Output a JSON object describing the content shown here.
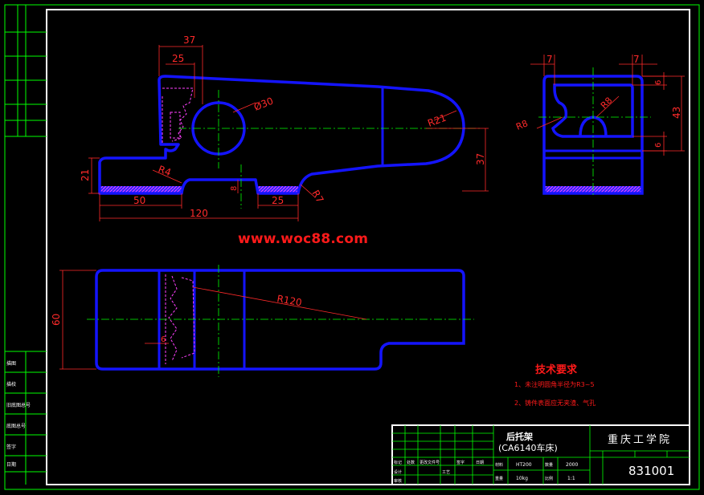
{
  "watermark": "www.woc88.com",
  "dimensions": {
    "front_top_overall": "37",
    "front_top_inner": "25",
    "hole_dia": "Ø30",
    "arc_radius": "R21",
    "right_height": "37",
    "left_height": "21",
    "fillet_left": "R4",
    "slot_depth": "8",
    "fillet_right": "R7",
    "bottom_50": "50",
    "bottom_25": "25",
    "bottom_120": "120",
    "side_left_7": "7",
    "side_right_7": "7",
    "side_top_6": "6",
    "side_43": "43",
    "side_bottom_6": "6",
    "side_r8_left": "R8",
    "side_r8_right": "R8",
    "plan_height": "60",
    "plan_radius": "R120",
    "plan_small": "6"
  },
  "tech": {
    "title": "技术要求",
    "note1": "1、未注明圆角半径为R3~5",
    "note2": "2、铸件表面应无夹渣、气孔"
  },
  "title_block": {
    "part_name": "后托架",
    "machine": "(CA6140车床)",
    "school": "重庆工学院",
    "drawing_no": "831001",
    "material": "HT200",
    "scale_label": "比例",
    "scale": "1:1",
    "weight": "10kg",
    "quantity": "2000",
    "qty_label": "数量",
    "mat_label": "材料",
    "wt_label": "重量",
    "tiny1": "标记",
    "tiny2": "处数",
    "tiny3": "更改文件号",
    "tiny4": "签字",
    "tiny5": "日期",
    "tiny6": "设计",
    "tiny7": "审核",
    "tiny8": "工艺"
  },
  "left_strip": {
    "labels": [
      "描图",
      "描校",
      "旧底图总号",
      "底图总号",
      "签字",
      "日期"
    ]
  }
}
